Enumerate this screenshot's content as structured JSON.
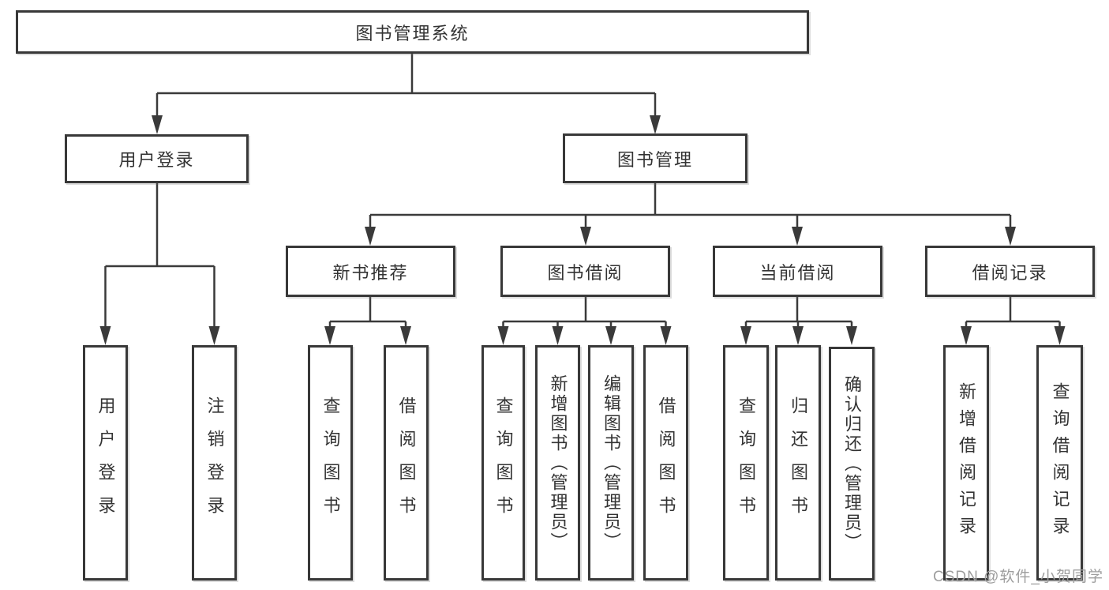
{
  "diagram": {
    "root": {
      "label": "图书管理系统",
      "children": [
        {
          "label": "用户登录",
          "children": [
            {
              "label": "用户登录"
            },
            {
              "label": "注销登录"
            }
          ]
        },
        {
          "label": "图书管理",
          "children": [
            {
              "label": "新书推荐",
              "children": [
                {
                  "label": "查询图书"
                },
                {
                  "label": "借阅图书"
                }
              ]
            },
            {
              "label": "图书借阅",
              "children": [
                {
                  "label": "查询图书"
                },
                {
                  "label": "新增图书（管理员）"
                },
                {
                  "label": "编辑图书（管理员）"
                },
                {
                  "label": "借阅图书"
                }
              ]
            },
            {
              "label": "当前借阅",
              "children": [
                {
                  "label": "查询图书"
                },
                {
                  "label": "归还图书"
                },
                {
                  "label": "确认归还（管理员）"
                }
              ]
            },
            {
              "label": "借阅记录",
              "children": [
                {
                  "label": "新增借阅记录"
                },
                {
                  "label": "查询借阅记录"
                }
              ]
            }
          ]
        }
      ]
    }
  },
  "watermark": {
    "text": "CSDN @软件_小贺同学"
  },
  "colors": {
    "line": "#3a3a3a",
    "box_border": "#383838",
    "text": "#333333",
    "watermark": "#9e9e9e",
    "background": "#ffffff"
  }
}
